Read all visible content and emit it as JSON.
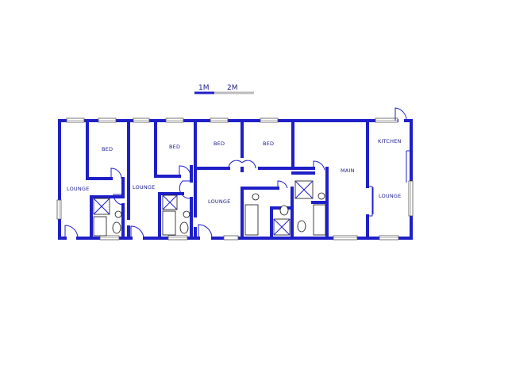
{
  "scale_bar": {
    "label_1": "1M",
    "label_2": "2M"
  },
  "rooms": {
    "bed_1": "BED",
    "bed_2": "BED",
    "bed_3": "BED",
    "bed_4": "BED",
    "lounge_1": "LOUNGE",
    "lounge_2": "LOUNGE",
    "lounge_3": "LOUNGE",
    "lounge_4": "LOUNGE",
    "main": "MAIN",
    "kitchen": "KITCHEN"
  },
  "colors": {
    "wall": "#1f1fc8",
    "text": "#1a1a8c",
    "scale_grey": "#bbbbbb"
  }
}
